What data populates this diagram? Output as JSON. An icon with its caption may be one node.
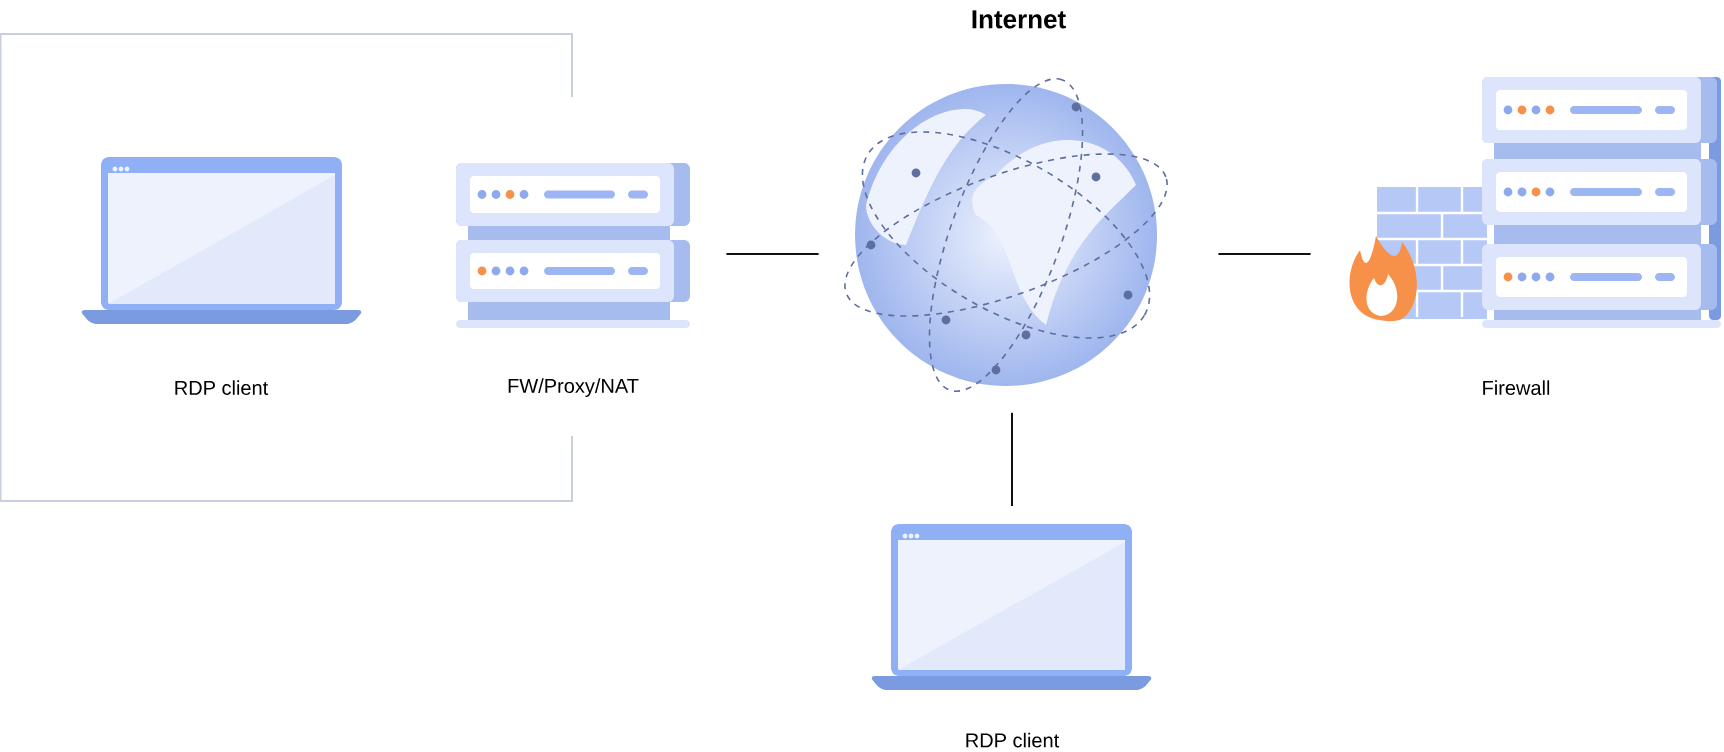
{
  "diagram": {
    "nodes": [
      {
        "text": [],
        "shape": "box"
      },
      {
        "text": [
          "RDP client"
        ],
        "in": 0
      },
      {
        "text": [
          "FW/Proxy/NAT"
        ]
      },
      {
        "text": [
          "Internet"
        ]
      },
      {
        "text": [
          "Firewall"
        ]
      },
      {
        "text": [
          "RDP client"
        ]
      }
    ],
    "edges": [
      {
        "from": 2,
        "to": 3,
        "arrow": "none"
      },
      {
        "from": 3,
        "to": 4,
        "arrow": "none"
      },
      {
        "from": 3,
        "to": 5,
        "arrow": "none"
      }
    ]
  }
}
